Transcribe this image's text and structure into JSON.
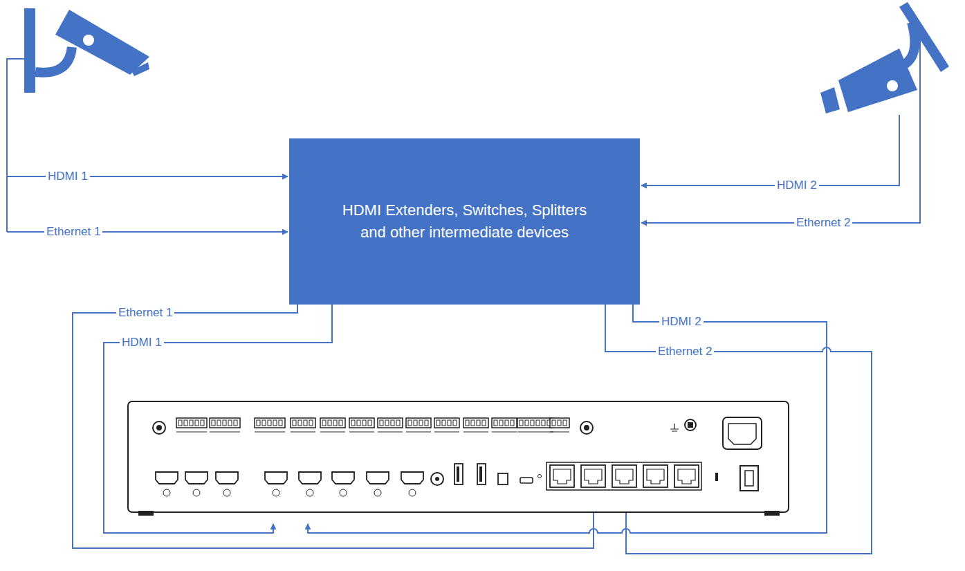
{
  "diagram": {
    "nodes": [
      {
        "text": [
          "HDMI Extenders, Switches, Splitters and other intermediate devices"
        ]
      }
    ],
    "labels": [
      "HDMI 1",
      "HDMI 2",
      "Ethernet 2",
      "Ethernet 1",
      "Ethernet 1",
      "HDMI 2",
      "HDMI 1",
      "Ethernet 2"
    ]
  }
}
